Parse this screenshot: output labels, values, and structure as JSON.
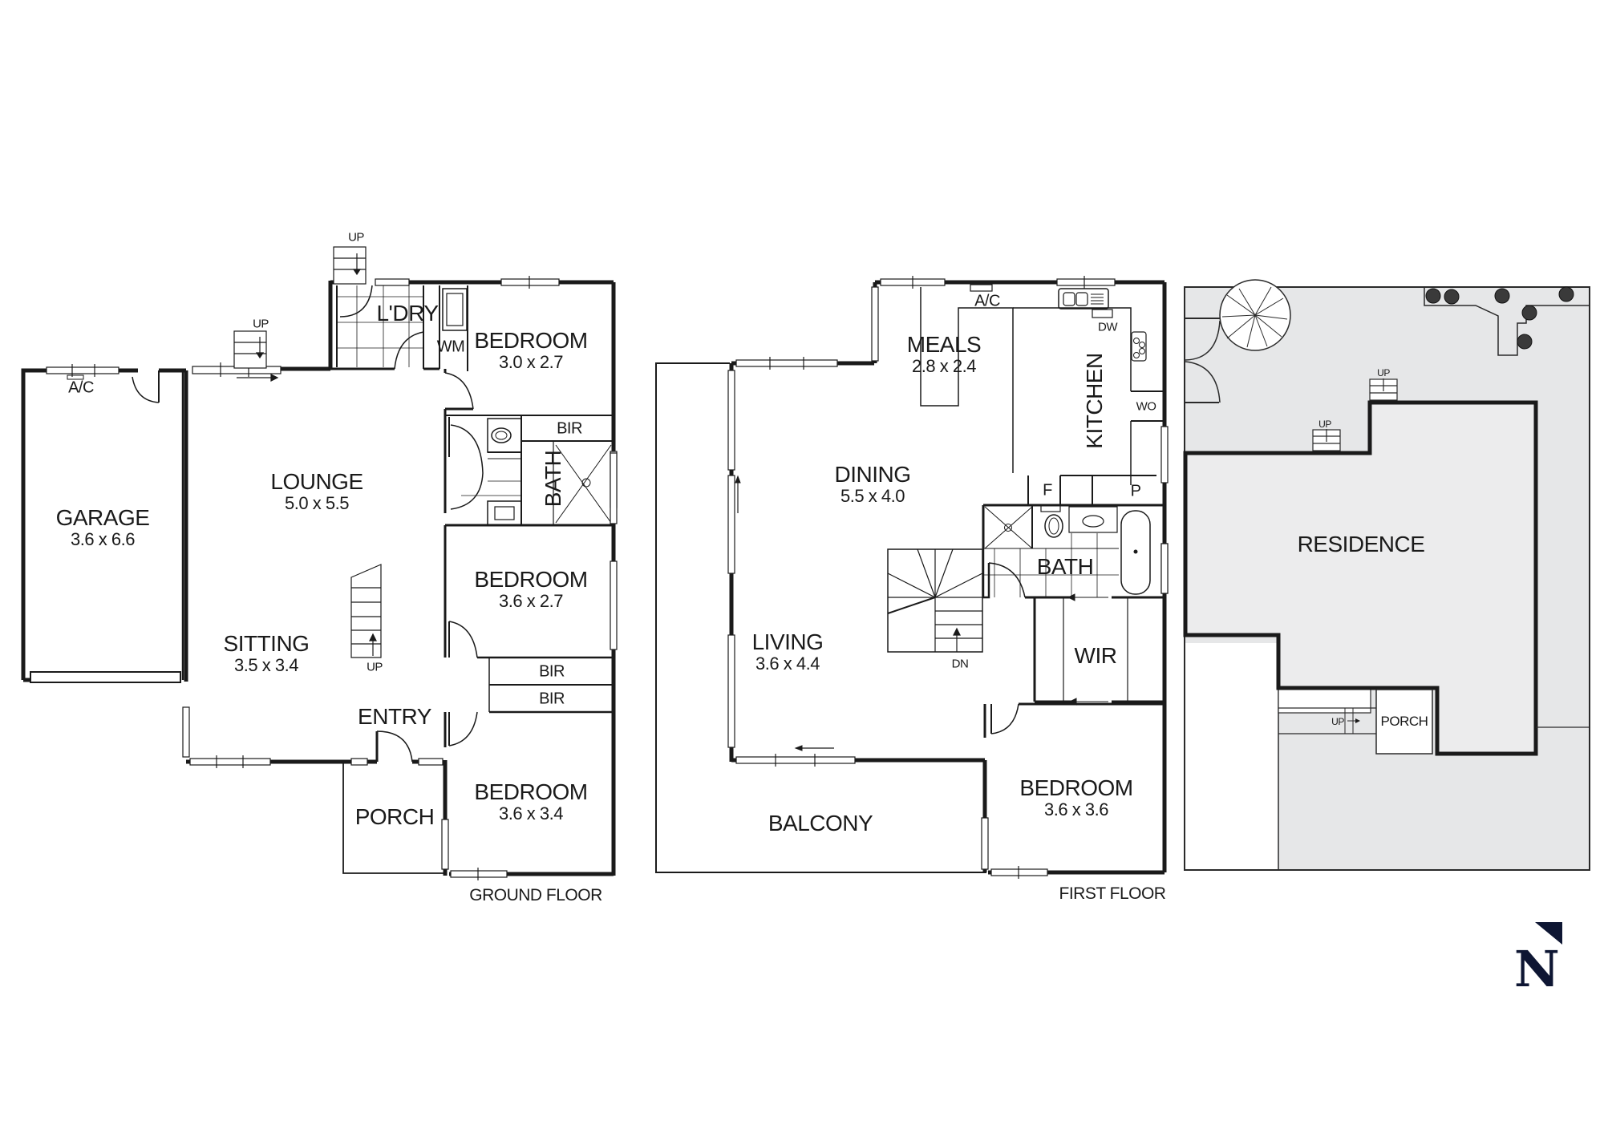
{
  "plan": {
    "ground_floor": {
      "title": "GROUND FLOOR",
      "rooms": [
        {
          "id": "garage",
          "name": "GARAGE",
          "dims": "3.6 x 6.6"
        },
        {
          "id": "lounge",
          "name": "LOUNGE",
          "dims": "5.0 x 5.5"
        },
        {
          "id": "sitting",
          "name": "SITTING",
          "dims": "3.5 x 3.4"
        },
        {
          "id": "bedroom1",
          "name": "BEDROOM",
          "dims": "3.0 x 2.7"
        },
        {
          "id": "bedroom2",
          "name": "BEDROOM",
          "dims": "3.6 x 2.7"
        },
        {
          "id": "bedroom3",
          "name": "BEDROOM",
          "dims": "3.6 x 3.4"
        },
        {
          "id": "laundry",
          "name": "L'DRY"
        },
        {
          "id": "bath",
          "name": "BATH"
        },
        {
          "id": "entry",
          "name": "ENTRY"
        },
        {
          "id": "porch",
          "name": "PORCH"
        }
      ],
      "fixtures": {
        "ac": "A/C",
        "wm": "WM",
        "bir1": "BIR",
        "bir2": "BIR",
        "bir3": "BIR",
        "stairs_up_1": "UP",
        "stairs_up_2": "UP",
        "stairs_up_3": "UP"
      }
    },
    "first_floor": {
      "title": "FIRST FLOOR",
      "rooms": [
        {
          "id": "meals",
          "name": "MEALS",
          "dims": "2.8 x 2.4"
        },
        {
          "id": "dining",
          "name": "DINING",
          "dims": "5.5 x 4.0"
        },
        {
          "id": "living",
          "name": "LIVING",
          "dims": "3.6 x 4.4"
        },
        {
          "id": "kitchen",
          "name": "KITCHEN"
        },
        {
          "id": "bath",
          "name": "BATH"
        },
        {
          "id": "wir",
          "name": "WIR"
        },
        {
          "id": "bedroom",
          "name": "BEDROOM",
          "dims": "3.6 x 3.6"
        },
        {
          "id": "balcony",
          "name": "BALCONY"
        }
      ],
      "fixtures": {
        "ac": "A/C",
        "dw": "DW",
        "wo": "WO",
        "fridge": "F",
        "pantry": "P",
        "stairs_dn": "DN"
      }
    },
    "site_plan": {
      "residence": "RESIDENCE",
      "porch": "PORCH",
      "stairs_up_1": "UP",
      "stairs_up_2": "UP",
      "stairs_up_3": "UP"
    },
    "compass": {
      "label": "N",
      "color": "#0e1633"
    },
    "colors": {
      "wall": "#1a1a1a",
      "site_fill": "#e6e7e8",
      "residence_fill": "#ececed"
    }
  }
}
